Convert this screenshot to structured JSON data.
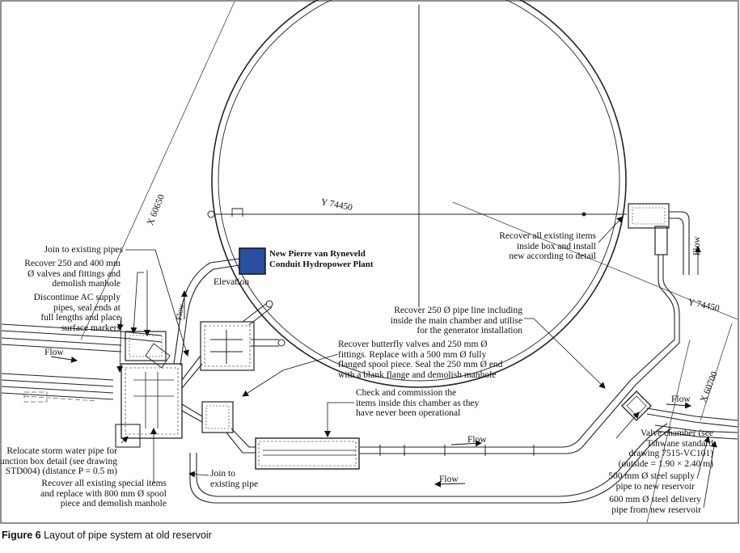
{
  "caption": {
    "number": "Figure 6",
    "title": "Layout of pipe system at old reservoir"
  },
  "plant": {
    "name_line1": "New Pierre van Ryneveld",
    "name_line2": "Conduit Hydropower Plant",
    "elevation": "Elevation",
    "marker_color": "#2a4fa0"
  },
  "grid_labels": {
    "y_top": "Y 74450",
    "y_right": "Y 74450",
    "x_left": "X 60650",
    "x_right": "X 60700"
  },
  "flow_labels": [
    "Flow",
    "Flow",
    "Flow",
    "Flow",
    "Flow",
    "Flow"
  ],
  "callouts": {
    "join_existing_top": "Join to existing pipes",
    "recover_250_400": "Recover 250 and 400 mm\nØ valves and fittings and\ndemolish manhole",
    "discontinue_ac": "Discontinue AC supply\npipes, seal ends at\nfull lengths and place\nsurface markers",
    "relocate_storm": "Relocate storm water pipe for\njunction box detail (see drawing\nSTD004) (distance P = 0.5 m)",
    "recover_special": "Recover all existing special items\nand replace with 800 mm Ø spool\npiece and demolish manhole",
    "join_existing_bottom": "Join to\nexisting pipe",
    "recover_box": "Recover all existing items\ninside box and install\nnew according to detail",
    "recover_250_line": "Recover 250 Ø pipe line including\ninside the main chamber and utilise\nfor the generator installation",
    "recover_butterfly": "Recover butterfly valves and 250 mm Ø\nfittings. Replace with a 500 mm Ø fully\nflanged spool piece. Seal the 250 mm Ø end\nwith a blank flange and demolish manhole",
    "check_commission": "Check and commission the\nitems inside this chamber as they\nhave never been operational",
    "valve_chamber": "Valve chamber (see\nTshwane standard\ndrawing 7515-VC101)\n(outside = 1.90 × 2.40 m)",
    "supply_500": "500 mm Ø steel supply\npipe to new reservoir",
    "delivery_600": "600 mm Ø steel delivery\npipe from new reservoir"
  }
}
